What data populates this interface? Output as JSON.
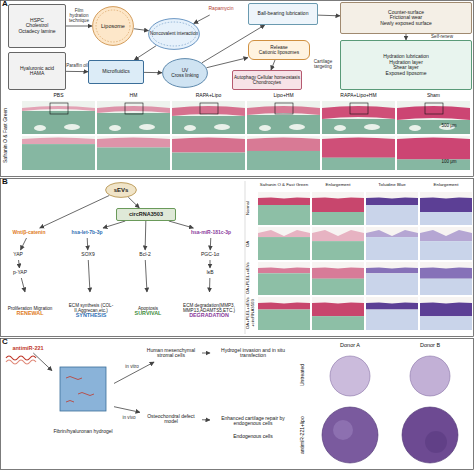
{
  "diagram": {
    "nodes": [
      {
        "text": [
          "HSPC",
          "Cholestrol",
          "Octadecy lamine"
        ]
      },
      {
        "text": [
          "Liposome"
        ]
      },
      {
        "text": [
          "Rapamycin"
        ]
      },
      {
        "text": [
          "Noncovalent interaction"
        ]
      },
      {
        "text": [
          "Hyaluronic acid",
          "HAMA"
        ]
      },
      {
        "text": [
          "Microfluidics"
        ]
      },
      {
        "text": [
          "UV",
          "Cross linking"
        ]
      },
      {
        "text": [
          "Ball-bearing lubrication"
        ]
      },
      {
        "text": [
          "Counter-surface",
          "Frictional wear",
          "Newly exposed surface"
        ]
      },
      {
        "text": [
          "Release",
          "Cationic liposomes"
        ]
      },
      {
        "text": [
          "Autophagy Cellular homeostasis",
          "Chondrocytes"
        ]
      },
      {
        "text": [
          "Hydration lubrication",
          "Hydration layer",
          "Shear layer",
          "Exposed liposome"
        ]
      },
      {
        "text": [
          "sEVs"
        ]
      },
      {
        "text": [
          "Wnt/β-catenin"
        ]
      },
      {
        "text": [
          "hsa-let-7b-3p"
        ]
      },
      {
        "text": [
          "circRNA3503"
        ]
      },
      {
        "text": [
          "hsa-miR-181c-3p"
        ]
      },
      {
        "text": [
          "YAP"
        ]
      },
      {
        "text": [
          "p-YAP"
        ]
      },
      {
        "text": [
          "SOX9"
        ]
      },
      {
        "text": [
          "Bcl-2"
        ]
      },
      {
        "text": [
          "PGC-1α"
        ]
      },
      {
        "text": [
          "IκB"
        ]
      },
      {
        "text": [
          "Proliferation Migration",
          "RENEWAL"
        ]
      },
      {
        "text": [
          "ECM synthesis (COL-II,Aggrecan,etc.)",
          "SYNTHESIS"
        ]
      },
      {
        "text": [
          "Apoptosis",
          "SURVIVAL"
        ]
      },
      {
        "text": [
          "ECM degradation(MMP3, MMP13,ADAMTS5,ETC.)",
          "DEGRADATION"
        ]
      },
      {
        "text": [
          "antimiR-221"
        ]
      },
      {
        "text": [
          "Fibrin/hyaluronan hydrogel"
        ]
      },
      {
        "text": [
          "Human mesenchymal stromal cells"
        ]
      },
      {
        "text": [
          "Hydrogel invasion and in situ transfection"
        ]
      },
      {
        "text": [
          "Osteochondral defect model"
        ]
      },
      {
        "text": [
          "Enhanced cartilage repair by endogenous cells"
        ]
      }
    ],
    "edges": [
      {
        "from": 0,
        "to": 1,
        "label": "Film hydration technique",
        "arrow": "to"
      },
      {
        "from": 2,
        "to": 3,
        "arrow": "to"
      },
      {
        "from": 1,
        "to": 3,
        "arrow": "to"
      },
      {
        "from": 4,
        "to": 5,
        "label": "Paraffin oil",
        "arrow": "to"
      },
      {
        "from": 3,
        "to": 5,
        "arrow": "to"
      },
      {
        "from": 5,
        "to": 6,
        "arrow": "to"
      },
      {
        "from": 6,
        "to": 7,
        "arrow": "to"
      },
      {
        "from": 7,
        "to": 8,
        "arrow": "to"
      },
      {
        "from": 6,
        "to": 9,
        "arrow": "to"
      },
      {
        "from": 9,
        "to": 10,
        "label": "Cartilage targeting",
        "arrow": "to"
      },
      {
        "from": 8,
        "to": 11,
        "label": "Self-renew",
        "arrow": "to"
      },
      {
        "from": 12,
        "to": 13,
        "arrow": "to"
      },
      {
        "from": 12,
        "to": 15,
        "arrow": "to"
      },
      {
        "from": 15,
        "to": 14,
        "arrow": "to"
      },
      {
        "from": 15,
        "to": 16,
        "arrow": "to"
      },
      {
        "from": 13,
        "to": 17,
        "arrow": "to"
      },
      {
        "from": 17,
        "to": 18,
        "arrow": "to"
      },
      {
        "from": 14,
        "to": 19,
        "arrow": "to"
      },
      {
        "from": 15,
        "to": 20,
        "arrow": "to"
      },
      {
        "from": 16,
        "to": 21,
        "arrow": "to"
      },
      {
        "from": 21,
        "to": 22,
        "arrow": "to"
      },
      {
        "from": 18,
        "to": 23,
        "arrow": "to"
      },
      {
        "from": 19,
        "to": 24,
        "arrow": "to"
      },
      {
        "from": 20,
        "to": 25,
        "arrow": "to"
      },
      {
        "from": 22,
        "to": 26,
        "arrow": "to"
      },
      {
        "from": 27,
        "to": 28,
        "arrow": "to"
      },
      {
        "from": 28,
        "to": 29,
        "label": "in vitro",
        "arrow": "to"
      },
      {
        "from": 28,
        "to": 31,
        "label": "in vivo",
        "arrow": "to"
      },
      {
        "from": 29,
        "to": 30,
        "arrow": "to"
      },
      {
        "from": 31,
        "to": 32,
        "arrow": "to"
      }
    ],
    "labels": [
      "A",
      "PBS",
      "HM",
      "RAPA+Lipo",
      "Lipo+HM",
      "RAPA+Lipo+HM",
      "Sham",
      "Safranin O & Fast Green",
      "500 μm",
      "100 μm",
      "B",
      "Safranin O & Fast Green",
      "Enlargement",
      "Toluidine Blue",
      "Enlargement",
      "Normal",
      "OA",
      "OA+PLEL+sEVs",
      "OA+PLEL+sEVs+circRNA3503",
      "C",
      "Endogenous cells",
      "Donor A",
      "Donor B",
      "Untreated",
      "antimiR-221+lipo"
    ]
  }
}
